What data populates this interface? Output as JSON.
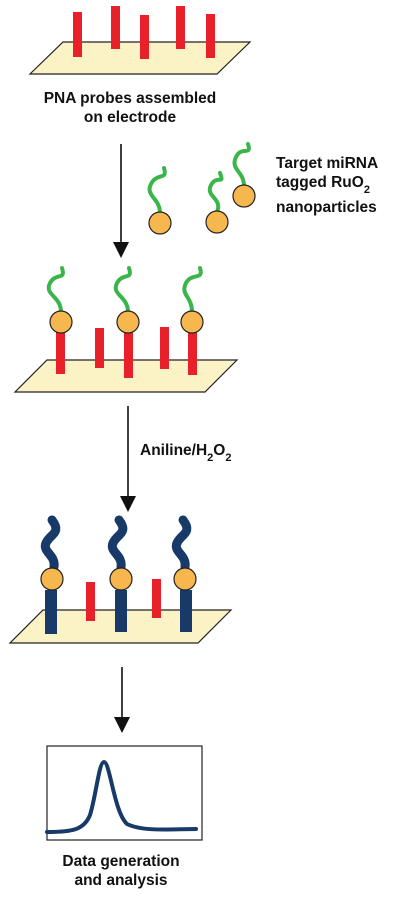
{
  "colors": {
    "electrode_fill": "#fbf3c6",
    "electrode_stroke": "#222222",
    "probe_red": "#e8202a",
    "linker_green": "#3ab54a",
    "polymer_navy": "#173a68",
    "nanoparticle_orange": "#f7b74f",
    "arrow": "#111111"
  },
  "steps": {
    "step1_label": [
      "PNA probes assembled",
      "on electrode"
    ],
    "target_label": [
      "Target miRNA",
      "tagged RuO",
      "2",
      "nanoparticles"
    ],
    "reagent_label": [
      "Aniline/H",
      "2",
      "O",
      "2"
    ],
    "final_label": [
      "Data generation",
      "and analysis"
    ]
  },
  "icons": {
    "electrode": "electrode-plate-icon",
    "nanoparticle": "ruo2-nanoparticle-icon",
    "signal": "peak-signal-icon"
  }
}
